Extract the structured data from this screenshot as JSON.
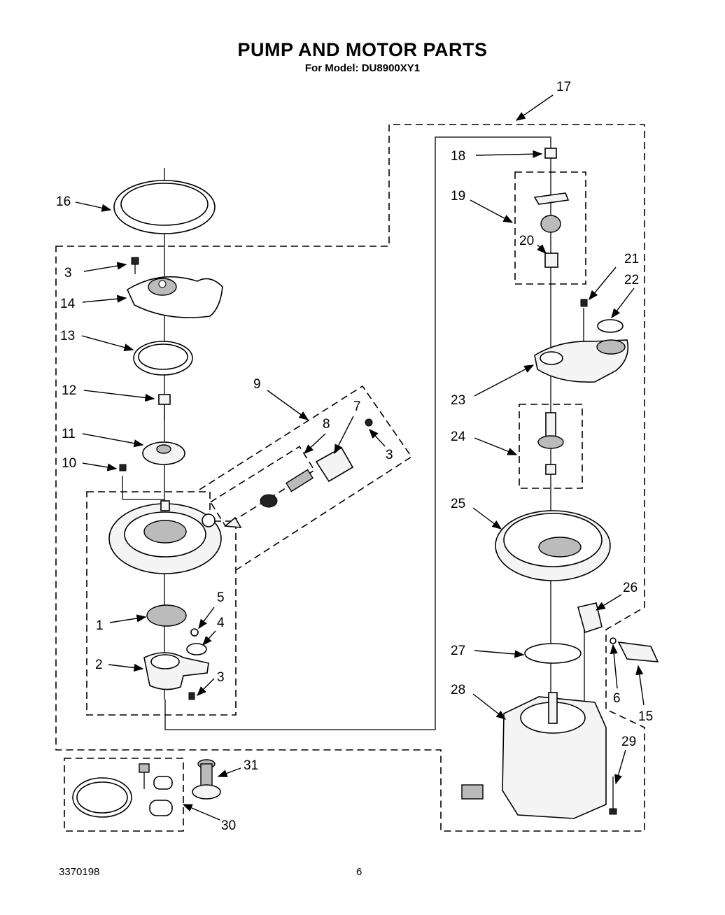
{
  "header": {
    "title": "PUMP AND MOTOR PARTS",
    "subtitle": "For Model: DU8900XY1"
  },
  "footer": {
    "doc_number": "3370198",
    "page_number": "6"
  },
  "callouts": {
    "c1": "1",
    "c2": "2",
    "c3a": "3",
    "c3b": "3",
    "c3c": "3",
    "c4": "4",
    "c5": "5",
    "c6": "6",
    "c7": "7",
    "c8": "8",
    "c9": "9",
    "c10": "10",
    "c11": "11",
    "c12": "12",
    "c13": "13",
    "c14": "14",
    "c15": "15",
    "c16": "16",
    "c17": "17",
    "c18": "18",
    "c19": "19",
    "c20": "20",
    "c21": "21",
    "c22": "22",
    "c23": "23",
    "c24": "24",
    "c25": "25",
    "c26": "26",
    "c27": "27",
    "c28": "28",
    "c29": "29",
    "c30": "30",
    "c31": "31"
  }
}
